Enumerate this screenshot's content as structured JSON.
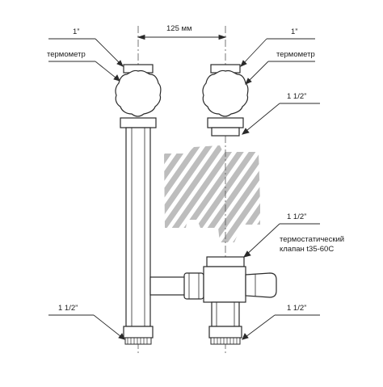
{
  "dimension": {
    "label": "125 мм"
  },
  "labels": {
    "top_left_size": "1”",
    "top_right_size": "1”",
    "thermometer_left": "термометр",
    "thermometer_right": "термометр",
    "right_upper_size": "1 1/2”",
    "right_mid_size": "1 1/2”",
    "valve_line1": "термостатический",
    "valve_line2": "клапан t35-60C",
    "bottom_left_size": "1 1/2”",
    "bottom_right_size": "1 1/2”"
  },
  "colors": {
    "line": "#2a2a2a",
    "hatch": "#bdbdbd",
    "fill": "#ffffff"
  }
}
